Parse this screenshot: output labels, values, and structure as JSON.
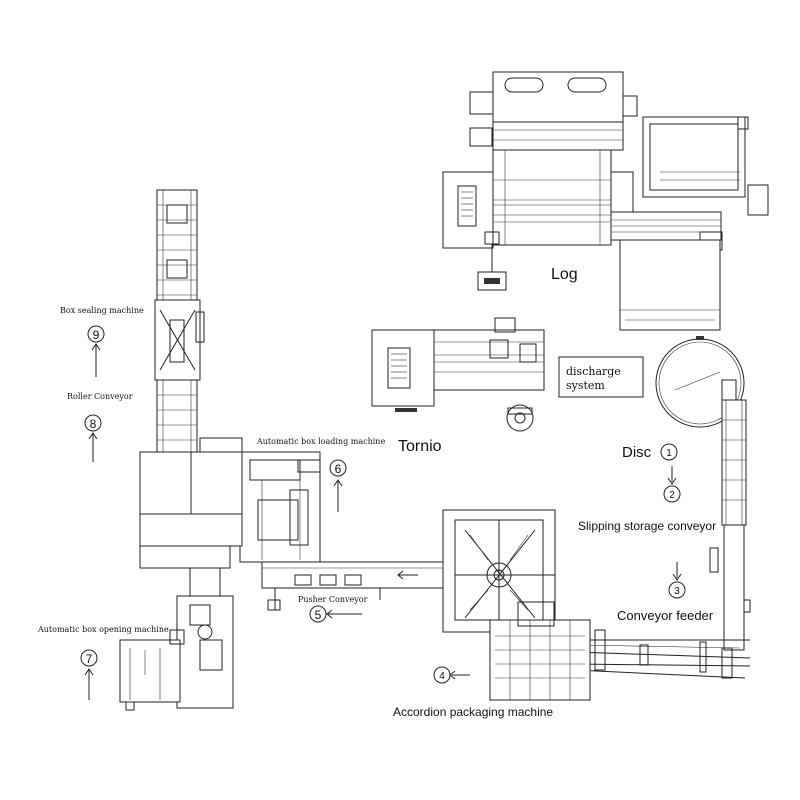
{
  "labels": {
    "log": "Log",
    "tornio": "Tornio",
    "disc": "Disc",
    "discharge_line1": "discharge",
    "discharge_line2": "system",
    "slipping": "Slipping storage conveyor",
    "conveyor_feeder": "Conveyor feeder",
    "accordion": "Accordion packaging machine",
    "box_sealing": "Box sealing machine",
    "roller": "Roller Conveyor",
    "box_loading": "Automatic box loading machine",
    "pusher": "Pusher Conveyor",
    "box_opening": "Automatic box opening machine"
  },
  "steps": {
    "s1": "1",
    "s2": "2",
    "s3": "3",
    "s4": "4",
    "s5": "5",
    "s6": "6",
    "s7": "7",
    "s8": "8",
    "s9": "9"
  },
  "colors": {
    "line": "#222222",
    "background": "#ffffff"
  }
}
